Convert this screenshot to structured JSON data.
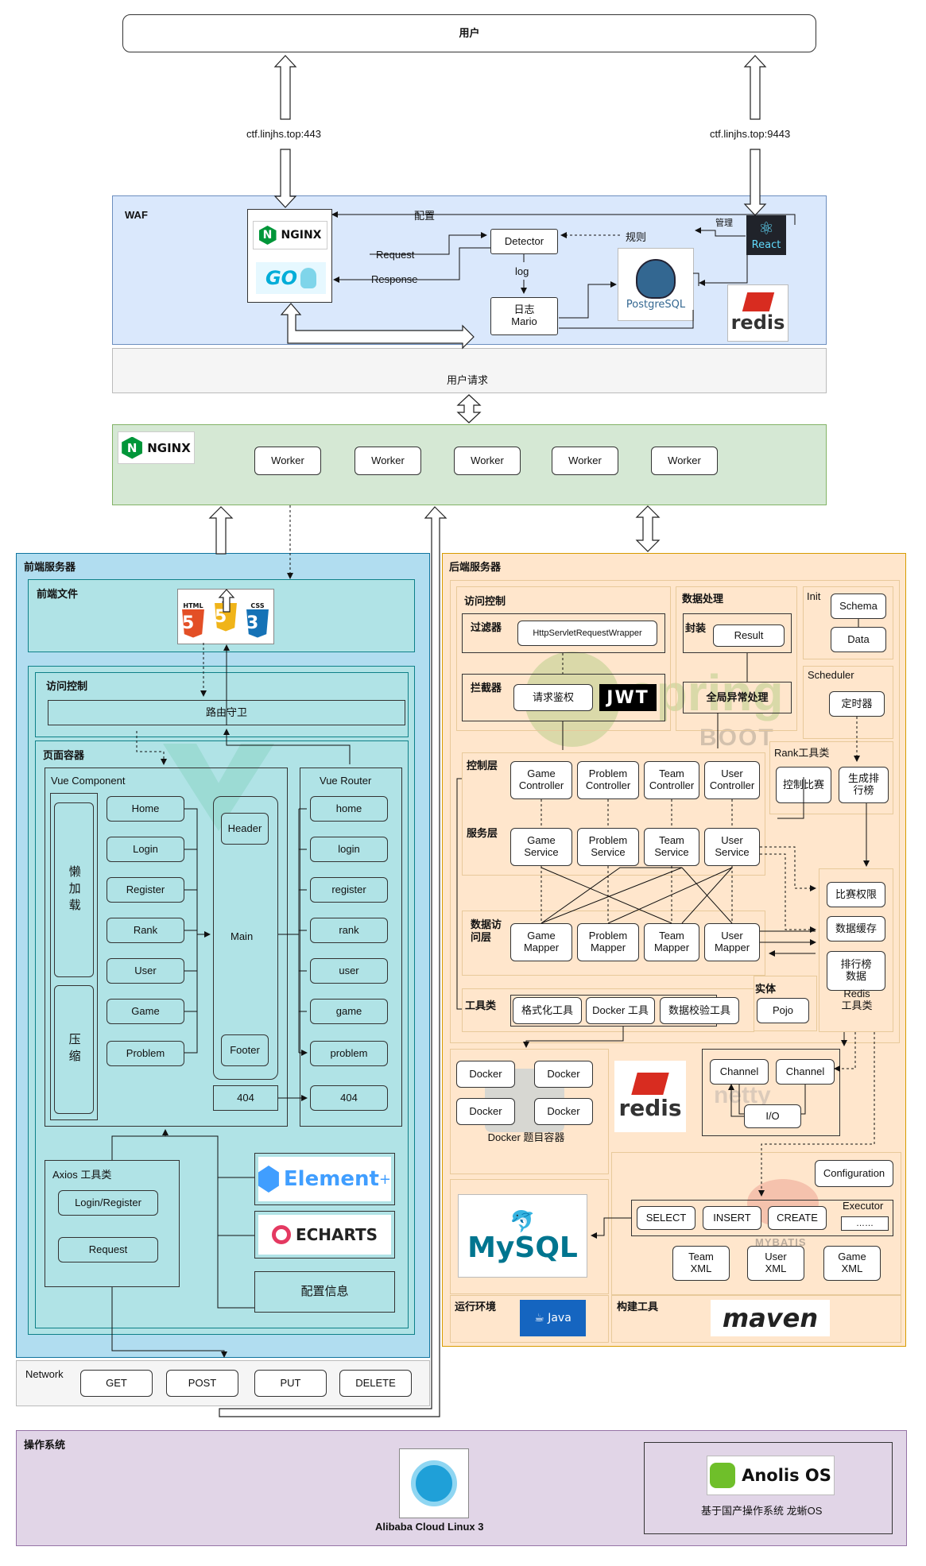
{
  "top": {
    "user": "用户",
    "url_left": "ctf.linjhs.top:443",
    "url_right": "ctf.linjhs.top:9443"
  },
  "waf": {
    "title": "WAF",
    "config": "配置",
    "request": "Request",
    "response": "Response",
    "detector": "Detector",
    "log": "log",
    "rule": "规则",
    "diary": "日志",
    "mario": "Mario",
    "manage": "管理",
    "nginx_logo": "NGINX",
    "go_logo": "GO",
    "react_logo": "React",
    "postgres_logo": "PostgreSQL",
    "redis_logo": "redis"
  },
  "user_request": "用户请求",
  "gateway": {
    "nginx_logo": "NGINX",
    "workers": [
      "Worker",
      "Worker",
      "Worker",
      "Worker",
      "Worker"
    ]
  },
  "frontend": {
    "title": "前端服务器",
    "files_title": "前端文件",
    "access_title": "访问控制",
    "route_guard": "路由守卫",
    "container_title": "页面容器",
    "vue_component": "Vue Component",
    "lazy": "懒加载",
    "compress": "压缩",
    "components": [
      "Home",
      "Login",
      "Register",
      "Rank",
      "User",
      "Game",
      "Problem"
    ],
    "header": "Header",
    "main": "Main",
    "footer": "Footer",
    "n404": "404",
    "vue_router": "Vue Router",
    "routes": [
      "home",
      "login",
      "register",
      "rank",
      "user",
      "game",
      "problem",
      "404"
    ],
    "axios_title": "Axios 工具类",
    "login_register": "Login/Register",
    "request": "Request",
    "element_logo": "Element",
    "echarts_logo": "ECHARTS",
    "config_info": "配置信息",
    "html_badge": "HTML",
    "js_badge": "JS",
    "css_badge": "CSS",
    "html_num": "5",
    "js_num": "5",
    "css_num": "3"
  },
  "network": {
    "title": "Network",
    "methods": [
      "GET",
      "POST",
      "PUT",
      "DELETE"
    ]
  },
  "backend": {
    "title": "后端服务器",
    "access_title": "访问控制",
    "filter": "过滤器",
    "filter_item": "HttpServletRequestWrapper",
    "interceptor": "拦截器",
    "auth": "请求鉴权",
    "jwt_logo": "JWT",
    "data_title": "数据处理",
    "wrap": "封装",
    "result": "Result",
    "global_ex": "全局异常处理",
    "init": "Init",
    "schema": "Schema",
    "data": "Data",
    "scheduler": "Scheduler",
    "timer": "定时器",
    "rank_tool": "Rank工具类",
    "control_contest": "控制比赛",
    "gen_rank": "生成排行榜",
    "controller_layer": "控制层",
    "controllers": [
      "Game Controller",
      "Problem Controller",
      "Team Controller",
      "User Controller"
    ],
    "service_layer": "服务层",
    "services": [
      "Game Service",
      "Problem Service",
      "Team Service",
      "User Service"
    ],
    "dao_layer": "数据访问层",
    "mappers": [
      "Game Mapper",
      "Problem Mapper",
      "Team Mapper",
      "User Mapper"
    ],
    "redis_items": [
      "比赛权限",
      "数据缓存",
      "排行榜数据"
    ],
    "redis_tool": "Redis 工具类",
    "tools_title": "工具类",
    "tools": [
      "格式化工具",
      "Docker 工具",
      "数据校验工具"
    ],
    "entity_title": "实体",
    "pojo": "Pojo",
    "spring_logo": "spring",
    "boot_logo": "BOOT",
    "dockers": [
      "Docker",
      "Docker",
      "Docker",
      "Docker"
    ],
    "docker_logo": "docker",
    "docker_title": "Docker 题目容器",
    "redis_logo": "redis",
    "channels": [
      "Channel",
      "Channel"
    ],
    "io": "I/O",
    "netty_logo": "netty",
    "mysql_logo": "MySQL",
    "configuration": "Configuration",
    "sql": [
      "SELECT",
      "INSERT",
      "CREATE"
    ],
    "executor": "Executor",
    "executor_dots": "……",
    "xml": [
      "Team XML",
      "User XML",
      "Game XML"
    ],
    "mybatis_logo": "MYBATIS",
    "runtime": "运行环境",
    "java_logo": "Java",
    "build": "构建工具",
    "maven_logo": "maven"
  },
  "os": {
    "title": "操作系统",
    "alibaba": "Alibaba Cloud Linux 3",
    "anolis_logo": "Anolis OS",
    "anolis_desc": "基于国产操作系统 龙蜥OS"
  },
  "colors": {
    "waf_bg": "#dae8fc",
    "gateway_bg": "#d5e8d4",
    "frontend_bg": "#b1ddf0",
    "frontend_inner": "#b0e3e6",
    "backend_bg": "#ffe6cc",
    "os_bg": "#e1d5e7"
  }
}
